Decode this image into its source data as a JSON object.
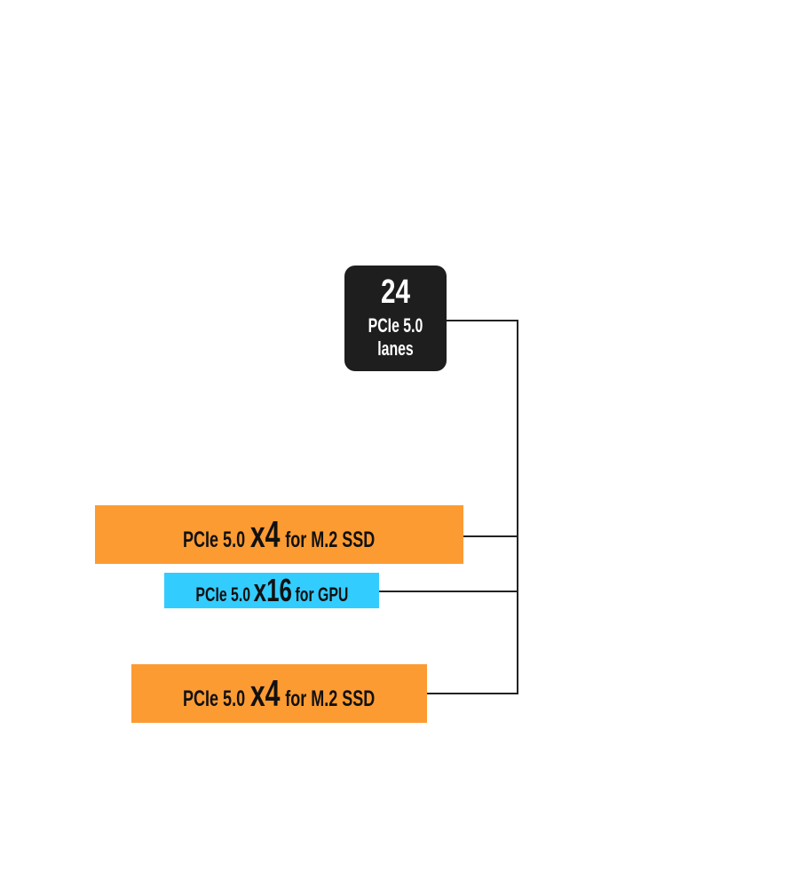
{
  "cpu": {
    "count": "24",
    "label_line1": "PCIe 5.0",
    "label_line2": "lanes"
  },
  "links": [
    {
      "prefix": "PCIe 5.0",
      "lanes": "x4",
      "suffix": "for M.2 SSD",
      "color": "#fd9b33"
    },
    {
      "prefix": "PCIe 5.0",
      "lanes": "x16",
      "suffix": "for GPU",
      "color": "#33ccff"
    },
    {
      "prefix": "PCIe 5.0",
      "lanes": "x4",
      "suffix": "for M.2 SSD",
      "color": "#fd9b33"
    }
  ]
}
